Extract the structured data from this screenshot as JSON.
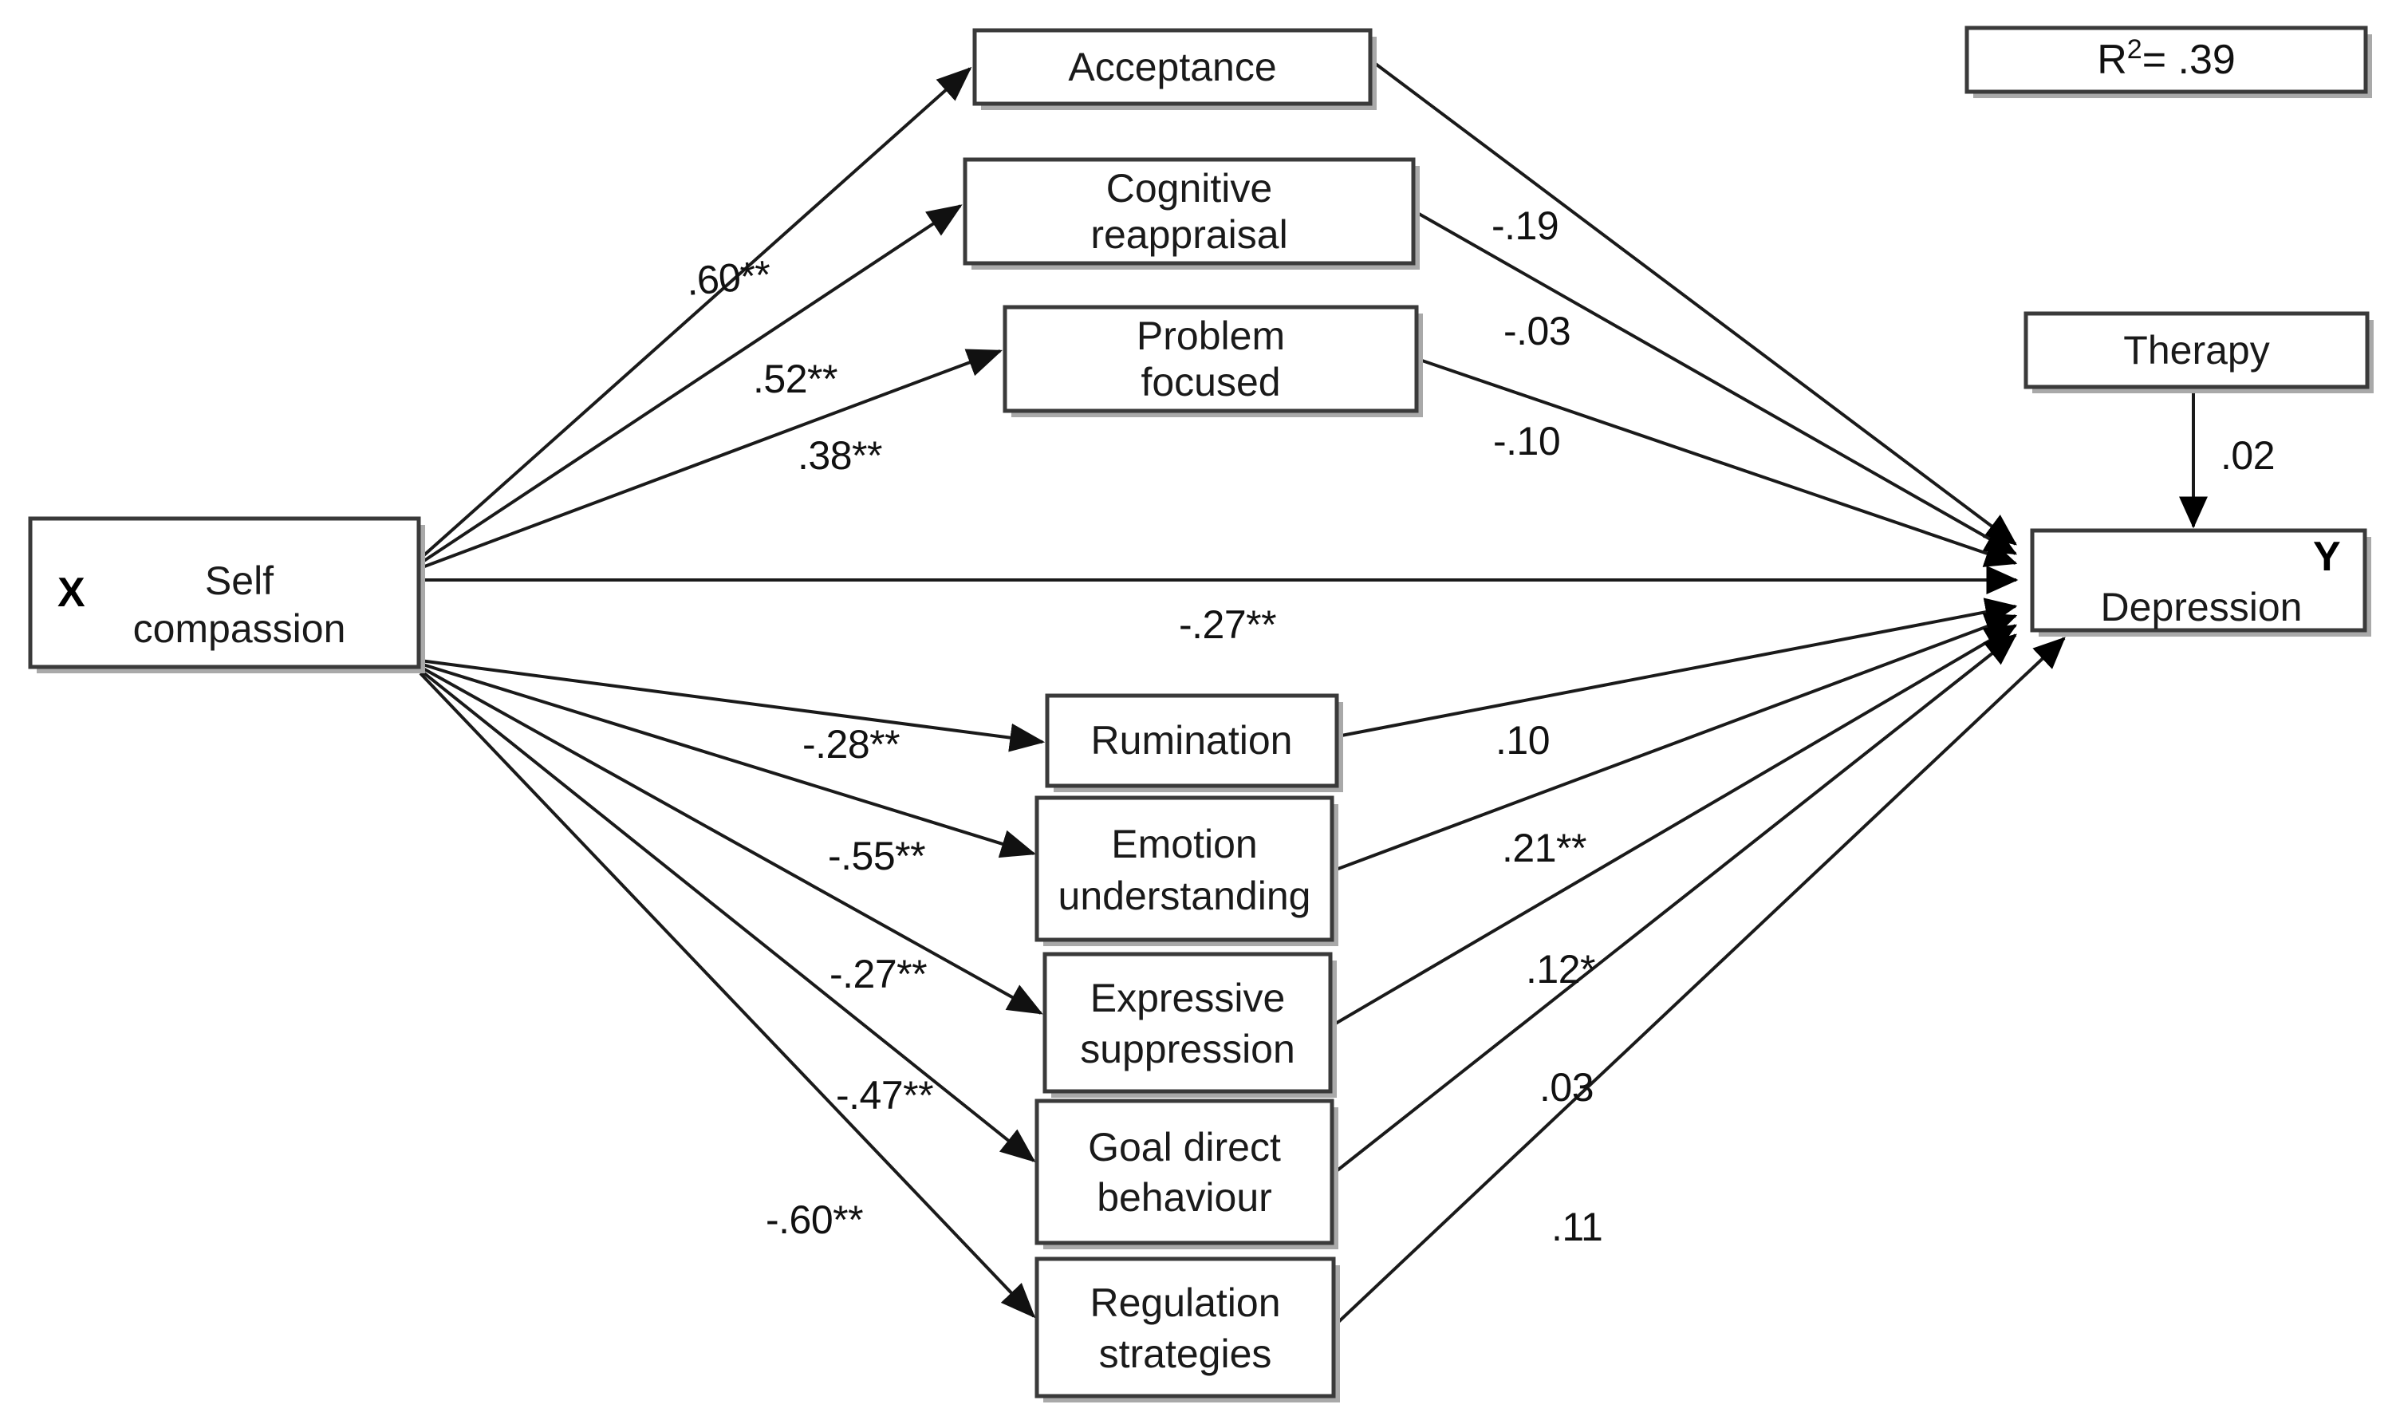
{
  "figure": {
    "type": "path-diagram",
    "description": "Mediation path model of self compassion predicting depression through emotion regulation strategies",
    "background_color": "#ffffff",
    "line_color": "#1a1a1a",
    "box_border_color": "#3a3a3a"
  },
  "nodes": {
    "predictor": {
      "tag": "X",
      "label_line1": "Self",
      "label_line2": "compassion"
    },
    "outcome": {
      "tag": "Y",
      "label": "Depression"
    },
    "covariate": {
      "label": "Therapy"
    },
    "mediators": [
      {
        "id": "acceptance",
        "label_line1": "Acceptance",
        "label_line2": ""
      },
      {
        "id": "cognitive-reappraisal",
        "label_line1": "Cognitive",
        "label_line2": "reappraisal"
      },
      {
        "id": "problem-focused",
        "label_line1": "Problem",
        "label_line2": "focused"
      },
      {
        "id": "rumination",
        "label_line1": "Rumination",
        "label_line2": ""
      },
      {
        "id": "emotion-understanding",
        "label_line1": "Emotion",
        "label_line2": "understanding"
      },
      {
        "id": "expressive-suppression",
        "label_line1": "Expressive",
        "label_line2": "suppression"
      },
      {
        "id": "goal-direct-behaviour",
        "label_line1": "Goal direct",
        "label_line2": "behaviour"
      },
      {
        "id": "regulation-strategies",
        "label_line1": "Regulation",
        "label_line2": "strategies"
      }
    ]
  },
  "fit": {
    "r2_symbol": "R",
    "r2_exponent": "2",
    "r2_text": "= .39",
    "r2_full": "R2= .39"
  },
  "chart_data": {
    "type": "diagram",
    "title": "",
    "a_paths": [
      {
        "from": "Self compassion",
        "to": "Acceptance",
        "coefficient": ".60**"
      },
      {
        "from": "Self compassion",
        "to": "Cognitive reappraisal",
        "coefficient": ".52**"
      },
      {
        "from": "Self compassion",
        "to": "Problem focused",
        "coefficient": ".38**"
      },
      {
        "from": "Self compassion",
        "to": "Rumination",
        "coefficient": "-.28**"
      },
      {
        "from": "Self compassion",
        "to": "Emotion understanding",
        "coefficient": "-.55**"
      },
      {
        "from": "Self compassion",
        "to": "Expressive suppression",
        "coefficient": "-.27**"
      },
      {
        "from": "Self compassion",
        "to": "Goal direct behaviour",
        "coefficient": "-.47**"
      },
      {
        "from": "Self compassion",
        "to": "Regulation strategies",
        "coefficient": "-.60**"
      }
    ],
    "b_paths": [
      {
        "from": "Acceptance",
        "to": "Depression",
        "coefficient": "-.19"
      },
      {
        "from": "Cognitive reappraisal",
        "to": "Depression",
        "coefficient": "-.03"
      },
      {
        "from": "Problem focused",
        "to": "Depression",
        "coefficient": "-.10"
      },
      {
        "from": "Rumination",
        "to": "Depression",
        "coefficient": ".10"
      },
      {
        "from": "Emotion understanding",
        "to": "Depression",
        "coefficient": ".21**"
      },
      {
        "from": "Expressive suppression",
        "to": "Depression",
        "coefficient": ".12*"
      },
      {
        "from": "Goal direct behaviour",
        "to": "Depression",
        "coefficient": ".03"
      },
      {
        "from": "Regulation strategies",
        "to": "Depression",
        "coefficient": ".11"
      }
    ],
    "direct_path": {
      "from": "Self compassion",
      "to": "Depression",
      "coefficient": "-.27**"
    },
    "covariate_path": {
      "from": "Therapy",
      "to": "Depression",
      "coefficient": ".02"
    },
    "model_fit": "R2= .39"
  },
  "coefficients": {
    "a_acceptance": ".60**",
    "a_cognitive": ".52**",
    "a_problem": ".38**",
    "a_rumination": "-.28**",
    "a_emotion": "-.55**",
    "a_expressive": "-.27**",
    "a_goal": "-.47**",
    "a_regulation": "-.60**",
    "b_acceptance": "-.19",
    "b_cognitive": "-.03",
    "b_problem": "-.10",
    "b_rumination": ".10",
    "b_emotion": ".21**",
    "b_expressive": ".12*",
    "b_goal": ".03",
    "b_regulation": ".11",
    "direct": "-.27**",
    "therapy": ".02"
  }
}
